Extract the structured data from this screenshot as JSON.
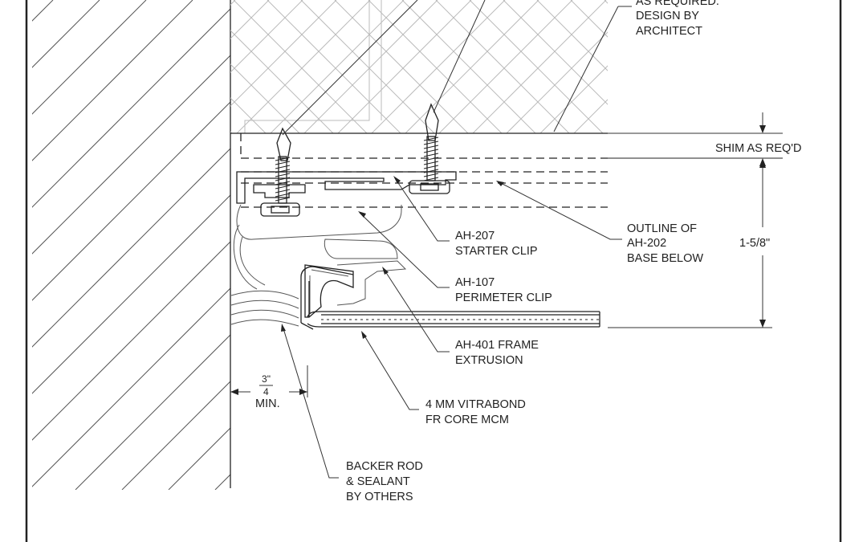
{
  "labels": {
    "top_note": [
      "AS REQUIRED.",
      "DESIGN BY",
      "ARCHITECT"
    ],
    "shim": "SHIM AS REQ'D",
    "outline": [
      "OUTLINE OF",
      "AH-202",
      "BASE BELOW"
    ],
    "dimension": "1-5/8\"",
    "starter_clip": [
      "AH-207",
      "STARTER CLIP"
    ],
    "perimeter_clip": [
      "AH-107",
      "PERIMETER CLIP"
    ],
    "frame": [
      "AH-401 FRAME",
      "EXTRUSION"
    ],
    "mcm": [
      "4 MM VITRABOND",
      "FR CORE MCM"
    ],
    "backer": [
      "BACKER ROD",
      "& SEALANT",
      "BY OTHERS"
    ],
    "gap_numerator": "3",
    "gap_inch": "\"",
    "gap_denominator": "4",
    "gap_suffix": "MIN."
  }
}
